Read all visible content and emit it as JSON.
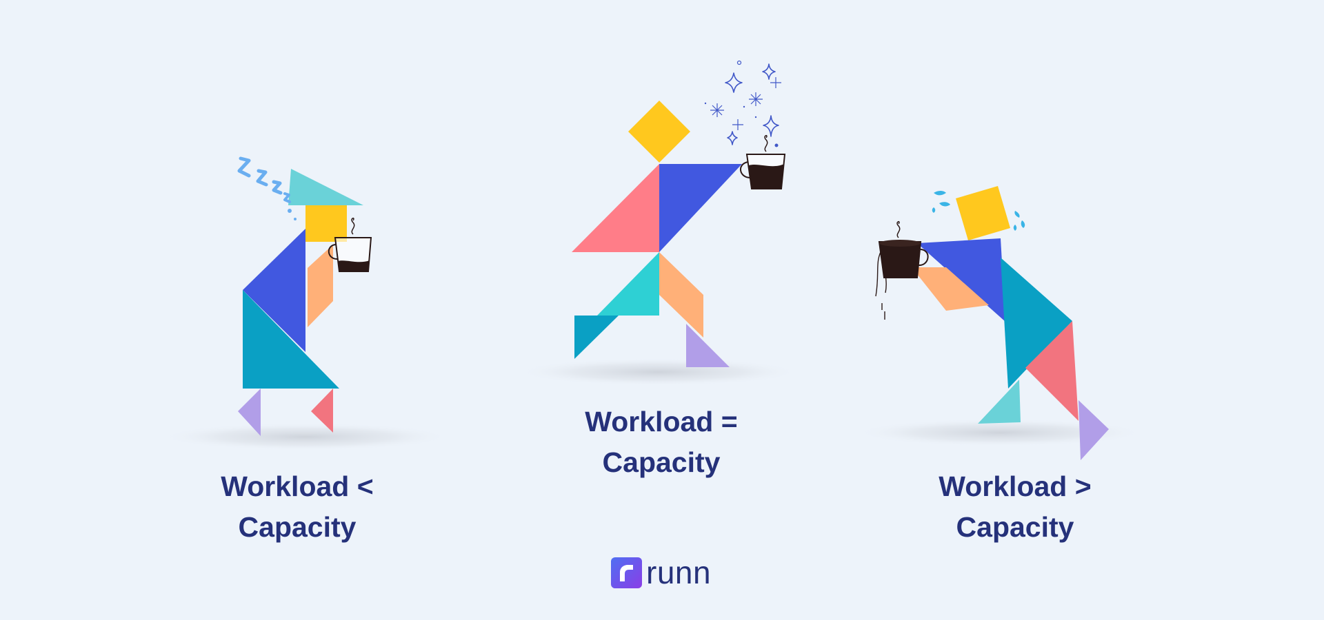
{
  "scenes": [
    {
      "id": "under",
      "label_line1": "Workload <",
      "label_line2": "Capacity",
      "state": "sleepy",
      "cup_fill": 0.3
    },
    {
      "id": "equal",
      "label_line1": "Workload =",
      "label_line2": "Capacity",
      "state": "energized",
      "cup_fill": 0.75
    },
    {
      "id": "over",
      "label_line1": "Workload >",
      "label_line2": "Capacity",
      "state": "exhausted",
      "cup_fill": 1.0
    }
  ],
  "brand": {
    "name": "runn",
    "logo_icon": "runn-logo-icon"
  },
  "colors": {
    "background": "#edf3fa",
    "text": "#25317a",
    "yellow": "#ffc81e",
    "blue": "#4158e0",
    "teal": "#0aa0c4",
    "cyan": "#2ed0d4",
    "light_cyan": "#6ad2d8",
    "pink": "#ff7d88",
    "orange": "#ffb078",
    "lavender": "#b19ee8",
    "coffee": "#2a1816"
  }
}
